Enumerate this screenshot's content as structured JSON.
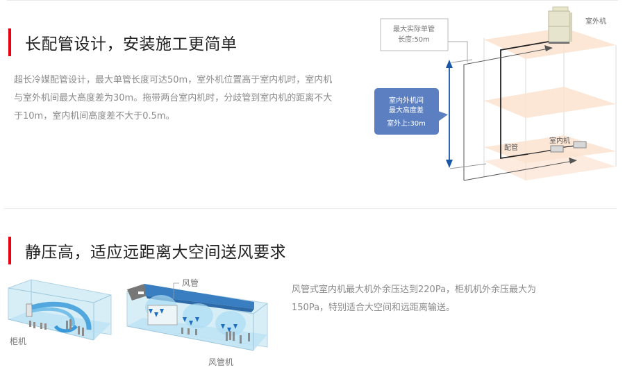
{
  "section1": {
    "title": "长配管设计，安装施工更简单",
    "description": "超长冷媒配管设计，最大单管长度可达50m，室外机位置高于室内机时，室内机与室外机间最大高度差为30m。拖带两台室内机时，分歧管到室内机的距离不大于10m，室内机间高度差不大于0.5m。",
    "diagram": {
      "outdoor_unit_label": "室外机",
      "indoor_unit_label": "室内机",
      "piping_label": "配管",
      "max_pipe_length_line1": "最大实际单管",
      "max_pipe_length_line2": "长度:50m",
      "height_diff_line1": "室内外机间",
      "height_diff_line2": "最大高度差",
      "height_diff_line3": "室外上:30m"
    }
  },
  "section2": {
    "title": "静压高，适应远距离大空间送风要求",
    "description": "风管式室内机最大机外余压达到220Pa，柜机机外余压最大为150Pa，特别适合大空间和远距离输送。",
    "diagram": {
      "cabinet_label": "柜机",
      "duct_label": "风管",
      "duct_unit_label": "风管机"
    }
  },
  "colors": {
    "accent": "#e60012",
    "callout_blue": "#5b7fc0",
    "arrow_blue": "#1a56a8",
    "floor_peach": "#fbe3d0",
    "room_blue": "#cfeaf6"
  }
}
